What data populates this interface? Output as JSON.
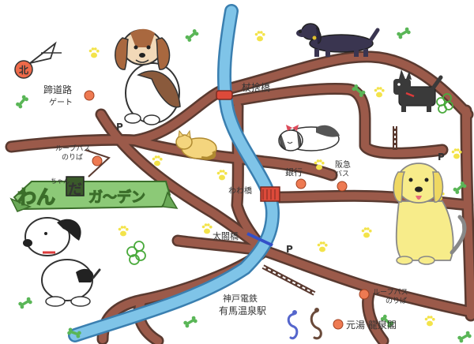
{
  "title": {
    "part1": "わん",
    "small": "ちゃん",
    "part2": "だ",
    "part3": "ガ〜デン"
  },
  "compass": {
    "north": "北"
  },
  "labels": {
    "gate_line1": "蹄道路",
    "gate_line2": "ゲート",
    "loop_bus_left_line1": "ループバス",
    "loop_bus_left_line2": "のりば",
    "loop_bus_right_line1": "ループバス",
    "loop_bus_right_line2": "のりば",
    "bridge_top": "杖捨橋",
    "bridge_middle": "わわ橋",
    "bridge_lower": "太閤橋",
    "bank": "銀行",
    "hankyu_bus_line1": "阪急",
    "hankyu_bus_line2": "バス",
    "station_line1": "神戸電鉄",
    "station_line2": "有馬温泉駅",
    "hot_spring": "元湯 龍泉閣",
    "parking": "P"
  },
  "colors": {
    "road": "#9b5a4a",
    "road_outline": "#5a3a30",
    "river": "#7fc4e8",
    "title_green": "#8cc977",
    "spot_orange": "#ee7a52",
    "bridge_red": "#dd4a3a",
    "bridge_blue": "#3350c8",
    "parking_blue": "#2a4fc0",
    "paw_yellow": "#f3e34a",
    "bone_green": "#5ab657"
  },
  "icons": [
    "beagle-dog",
    "dachshund-dog",
    "scottie-dog",
    "sleeping-dog",
    "sleeping-cat",
    "yellow-labrador",
    "snoopy-dog",
    "seahorse",
    "paw-print",
    "bone",
    "clover-bush"
  ]
}
